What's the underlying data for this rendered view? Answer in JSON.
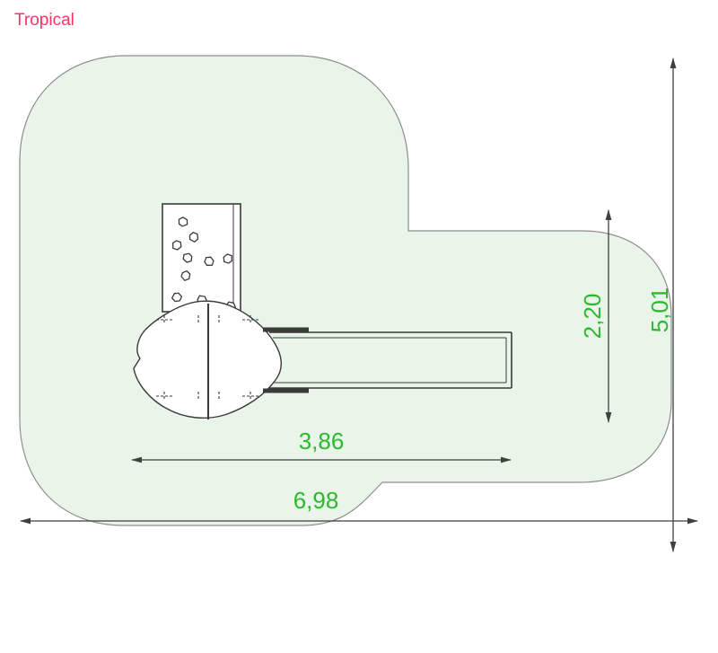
{
  "title": "Tropical",
  "colors": {
    "title_pink": "#ff3366",
    "dimension_green": "#2db92d",
    "zone_fill": "#e9f5e9",
    "zone_outline": "#8c8c8c",
    "drawing_ink": "#3a3a3a"
  },
  "dimensions": {
    "outer_height": "5,01",
    "inner_height": "2,20",
    "inner_width": "3,86",
    "outer_width": "6,98"
  },
  "drawing": {
    "zone": "safety-zone",
    "equipment": [
      "climbing-wall",
      "platform",
      "slide"
    ]
  }
}
